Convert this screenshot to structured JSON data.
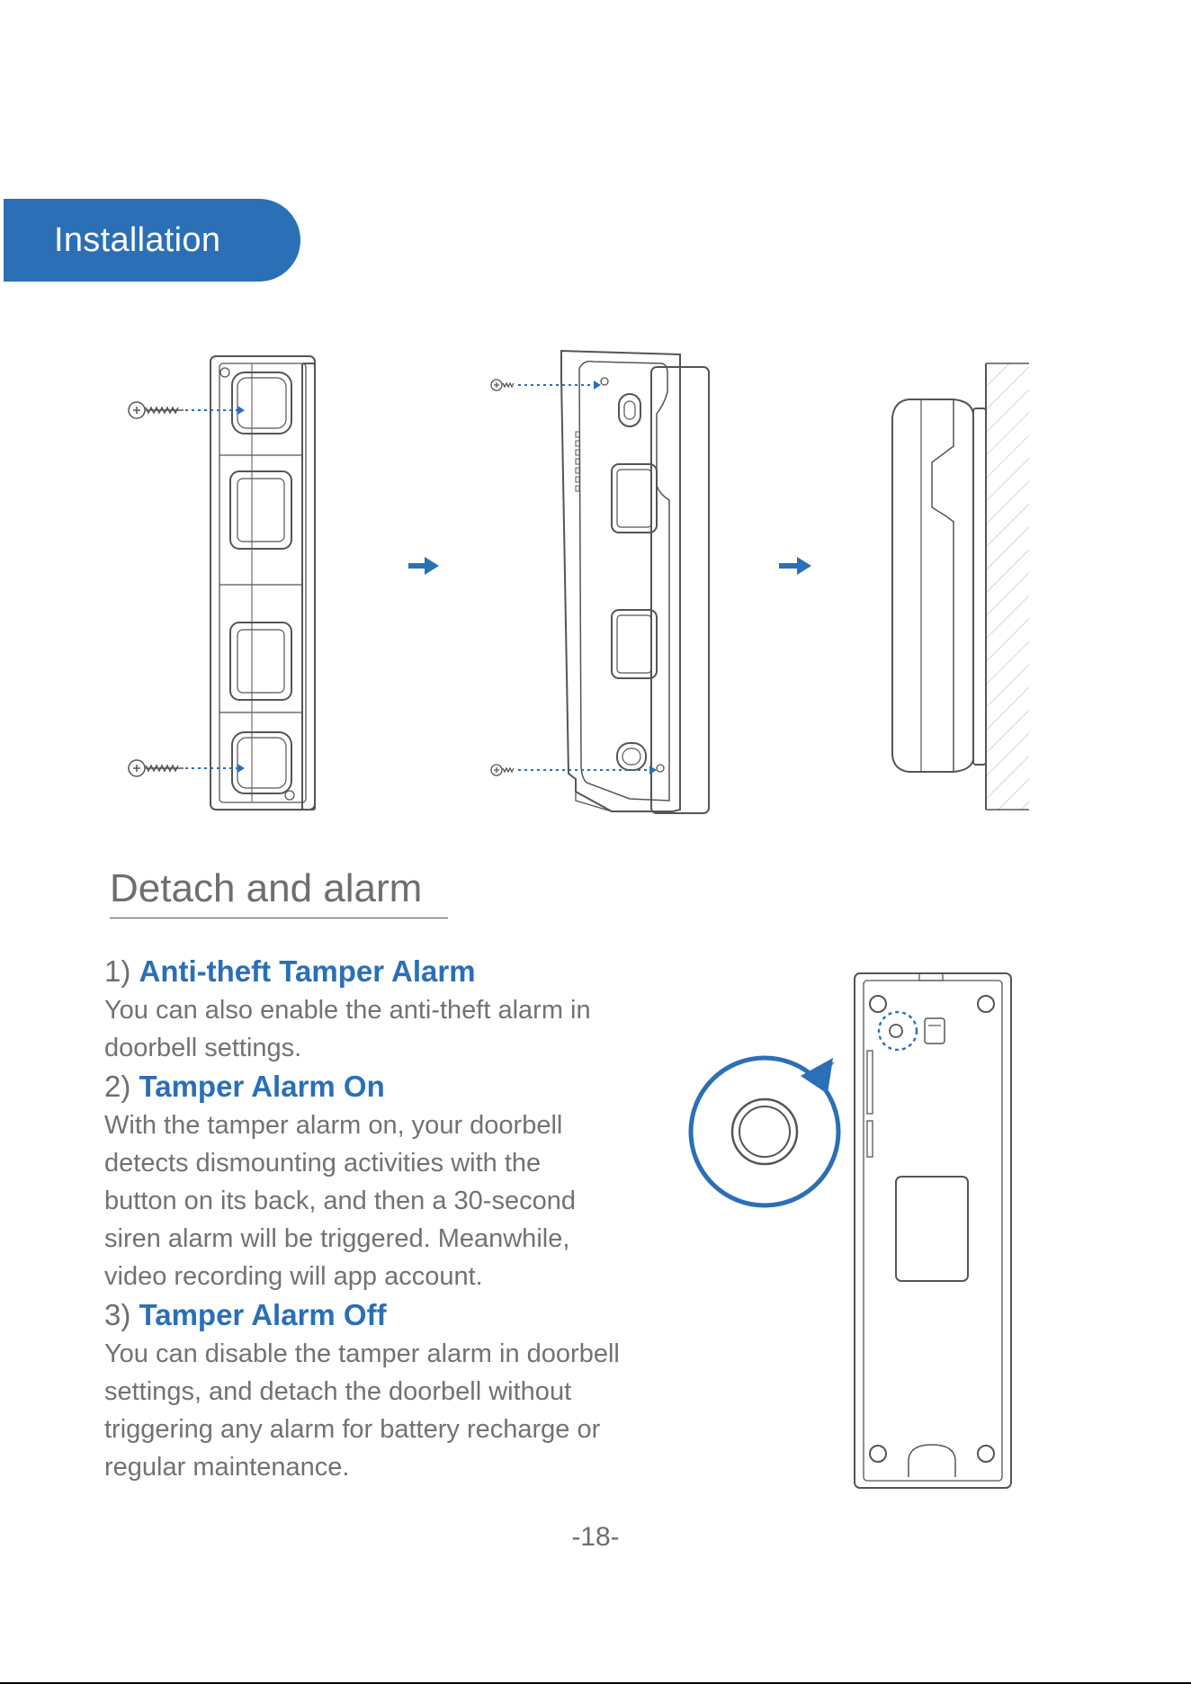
{
  "header": {
    "tab_label": "Installation"
  },
  "section": {
    "title": "Detach and alarm"
  },
  "items": [
    {
      "number": "1)",
      "heading": "Anti-theft Tamper Alarm",
      "lines": [
        "You can also enable the anti-theft alarm in",
        "doorbell settings."
      ]
    },
    {
      "number": "2)",
      "heading": "Tamper Alarm On",
      "lines": [
        "With the tamper alarm on, your doorbell",
        "detects dismounting activities with the",
        "button on its back, and then a 30-second",
        "siren alarm will be triggered. Meanwhile,",
        "video recording will app account."
      ]
    },
    {
      "number": "3)",
      "heading": "Tamper Alarm Off",
      "lines": [
        "You can disable the tamper alarm in doorbell",
        "settings, and detach the doorbell without",
        "triggering any alarm for battery recharge or",
        "regular maintenance."
      ]
    }
  ],
  "footer": {
    "page_number": "-18-"
  },
  "colors": {
    "accent": "#2b6fb6",
    "text": "#707070",
    "line": "#555555"
  }
}
